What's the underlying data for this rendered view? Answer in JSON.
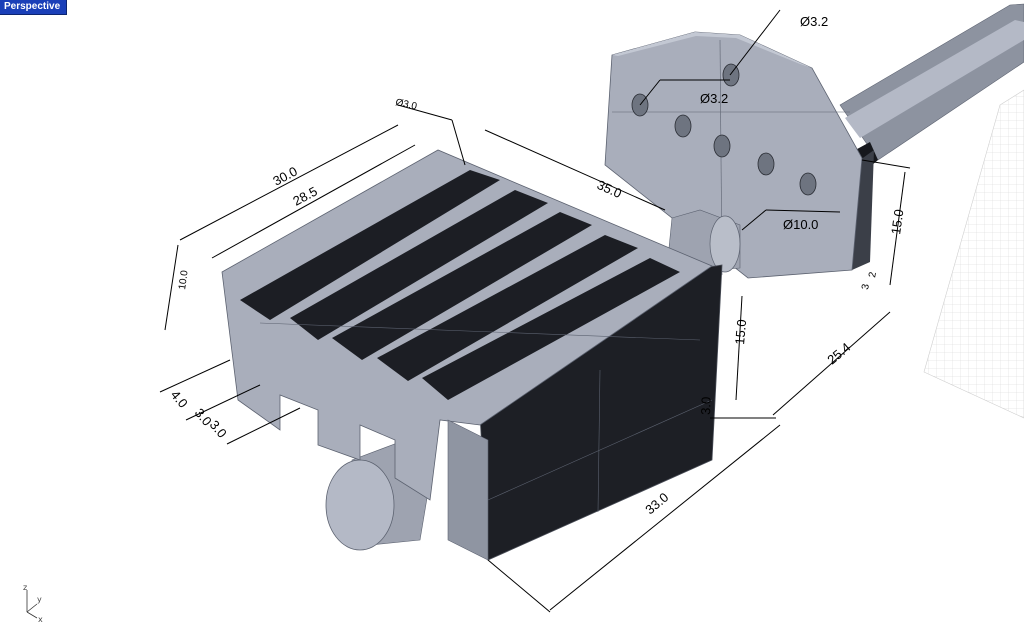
{
  "viewport": {
    "label": "Perspective"
  },
  "dimensions": {
    "width_outer": "30.0",
    "width_inner": "28.5",
    "length": "35.0",
    "height": "10.0",
    "hole_small": "Ø3.0",
    "base_thickness": "4.0",
    "fin_pitch": "3.0",
    "fin_width": "3.0",
    "shaft_diameter": "Ø10.0",
    "plate_hole_top": "Ø3.2",
    "plate_hole_left": "Ø3.2",
    "plate_height": "15.0",
    "plate_offset_a": "2",
    "plate_offset_b": "3",
    "block_depth": "15.0",
    "block_side": "3.0",
    "shaft_length": "25.4",
    "block_length": "33.0"
  },
  "axis_labels": {
    "z": "z",
    "y": "y",
    "x": "x"
  },
  "colors": {
    "model_face": "#a9aebb",
    "model_dark": "#1d1f25",
    "tab_blue": "#1a3fb8"
  }
}
